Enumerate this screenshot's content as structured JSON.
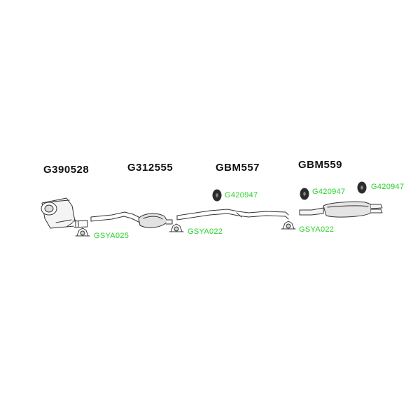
{
  "parts": {
    "catalyst": "G390528",
    "front_pipe": "G312555",
    "middle_pipe": "GBM557",
    "rear_silencer": "GBM559"
  },
  "accessories": {
    "clamp_1": "GSYA025",
    "clamp_2": "GSYA022",
    "clamp_3": "GSYA022",
    "rubber_mount_1": "G420947",
    "rubber_mount_2": "G420947",
    "rubber_mount_3": "G420947"
  },
  "colors": {
    "part_label": "#111111",
    "accessory_label": "#2bd12b",
    "line": "#333333"
  }
}
